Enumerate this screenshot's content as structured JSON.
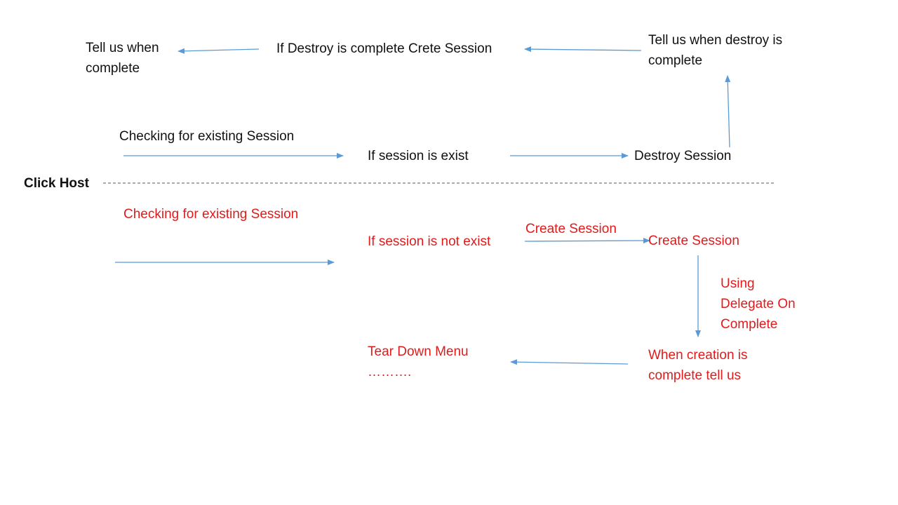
{
  "colors": {
    "arrow": "#5b9bd5",
    "divider": "#555555",
    "black_text": "#111111",
    "red_text": "#e01b1b"
  },
  "divider": {
    "label": "Click Host"
  },
  "upper_flow": {
    "tell_us_when_complete": "Tell us when\ncomplete",
    "if_destroy_complete": "If Destroy is complete Crete Session",
    "tell_us_when_destroy_complete": "Tell us when destroy is\ncomplete",
    "checking_existing_session": "Checking for existing Session",
    "if_session_exist": "If session is exist",
    "destroy_session": "Destroy Session"
  },
  "lower_flow": {
    "checking_existing_session": "Checking for existing Session",
    "if_session_not_exist": "If session is not exist",
    "create_session_edge_label": "Create Session",
    "create_session": "Create Session",
    "using_delegate": "Using\nDelegate On\nComplete",
    "tear_down_menu": "Tear Down Menu\n……….",
    "when_creation_complete": "When creation is\ncomplete tell us"
  }
}
